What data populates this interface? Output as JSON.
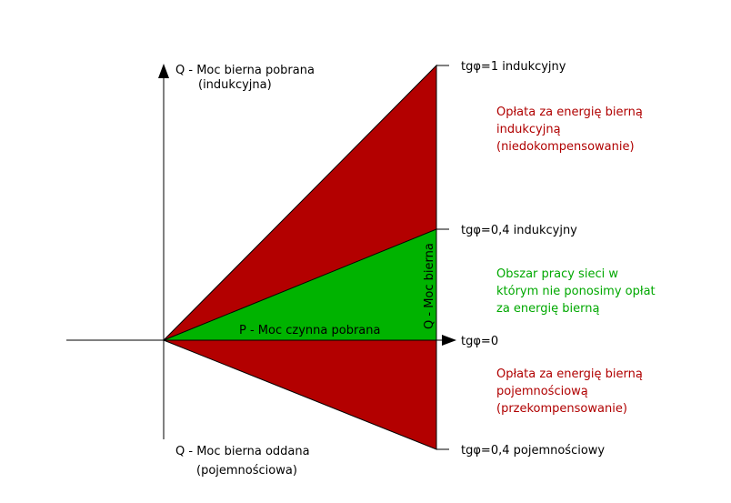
{
  "colors": {
    "region_red": "#b30000",
    "region_green": "#00b300",
    "text_red": "#b00000",
    "text_green": "#00a800",
    "axis": "#000000"
  },
  "axes": {
    "q_pos_line1": "Q - Moc bierna pobrana",
    "q_pos_line2": "(indukcyjna)",
    "q_neg_line1": "Q - Moc bierna oddana",
    "q_neg_line2": "(pojemnościowa)",
    "p_label": "P - Moc czynna pobrana",
    "q_vertical_label": "Q - Moc bierna"
  },
  "lines": {
    "tg1": "tgφ=1 indukcyjny",
    "tg04_ind": "tgφ=0,4 indukcyjny",
    "tg0": "tgφ=0",
    "tg04_poj": "tgφ=0,4 pojemnościowy"
  },
  "notes": {
    "inductive": [
      "Opłata za energię bierną",
      "indukcyjną",
      "(niedokompensowanie)"
    ],
    "ok_zone": [
      "Obszar pracy sieci w",
      "którym nie ponosimy opłat",
      "za energię bierną"
    ],
    "capacitive": [
      "Opłata za energię bierną",
      "pojemnościową",
      "(przekompensowanie)"
    ]
  }
}
